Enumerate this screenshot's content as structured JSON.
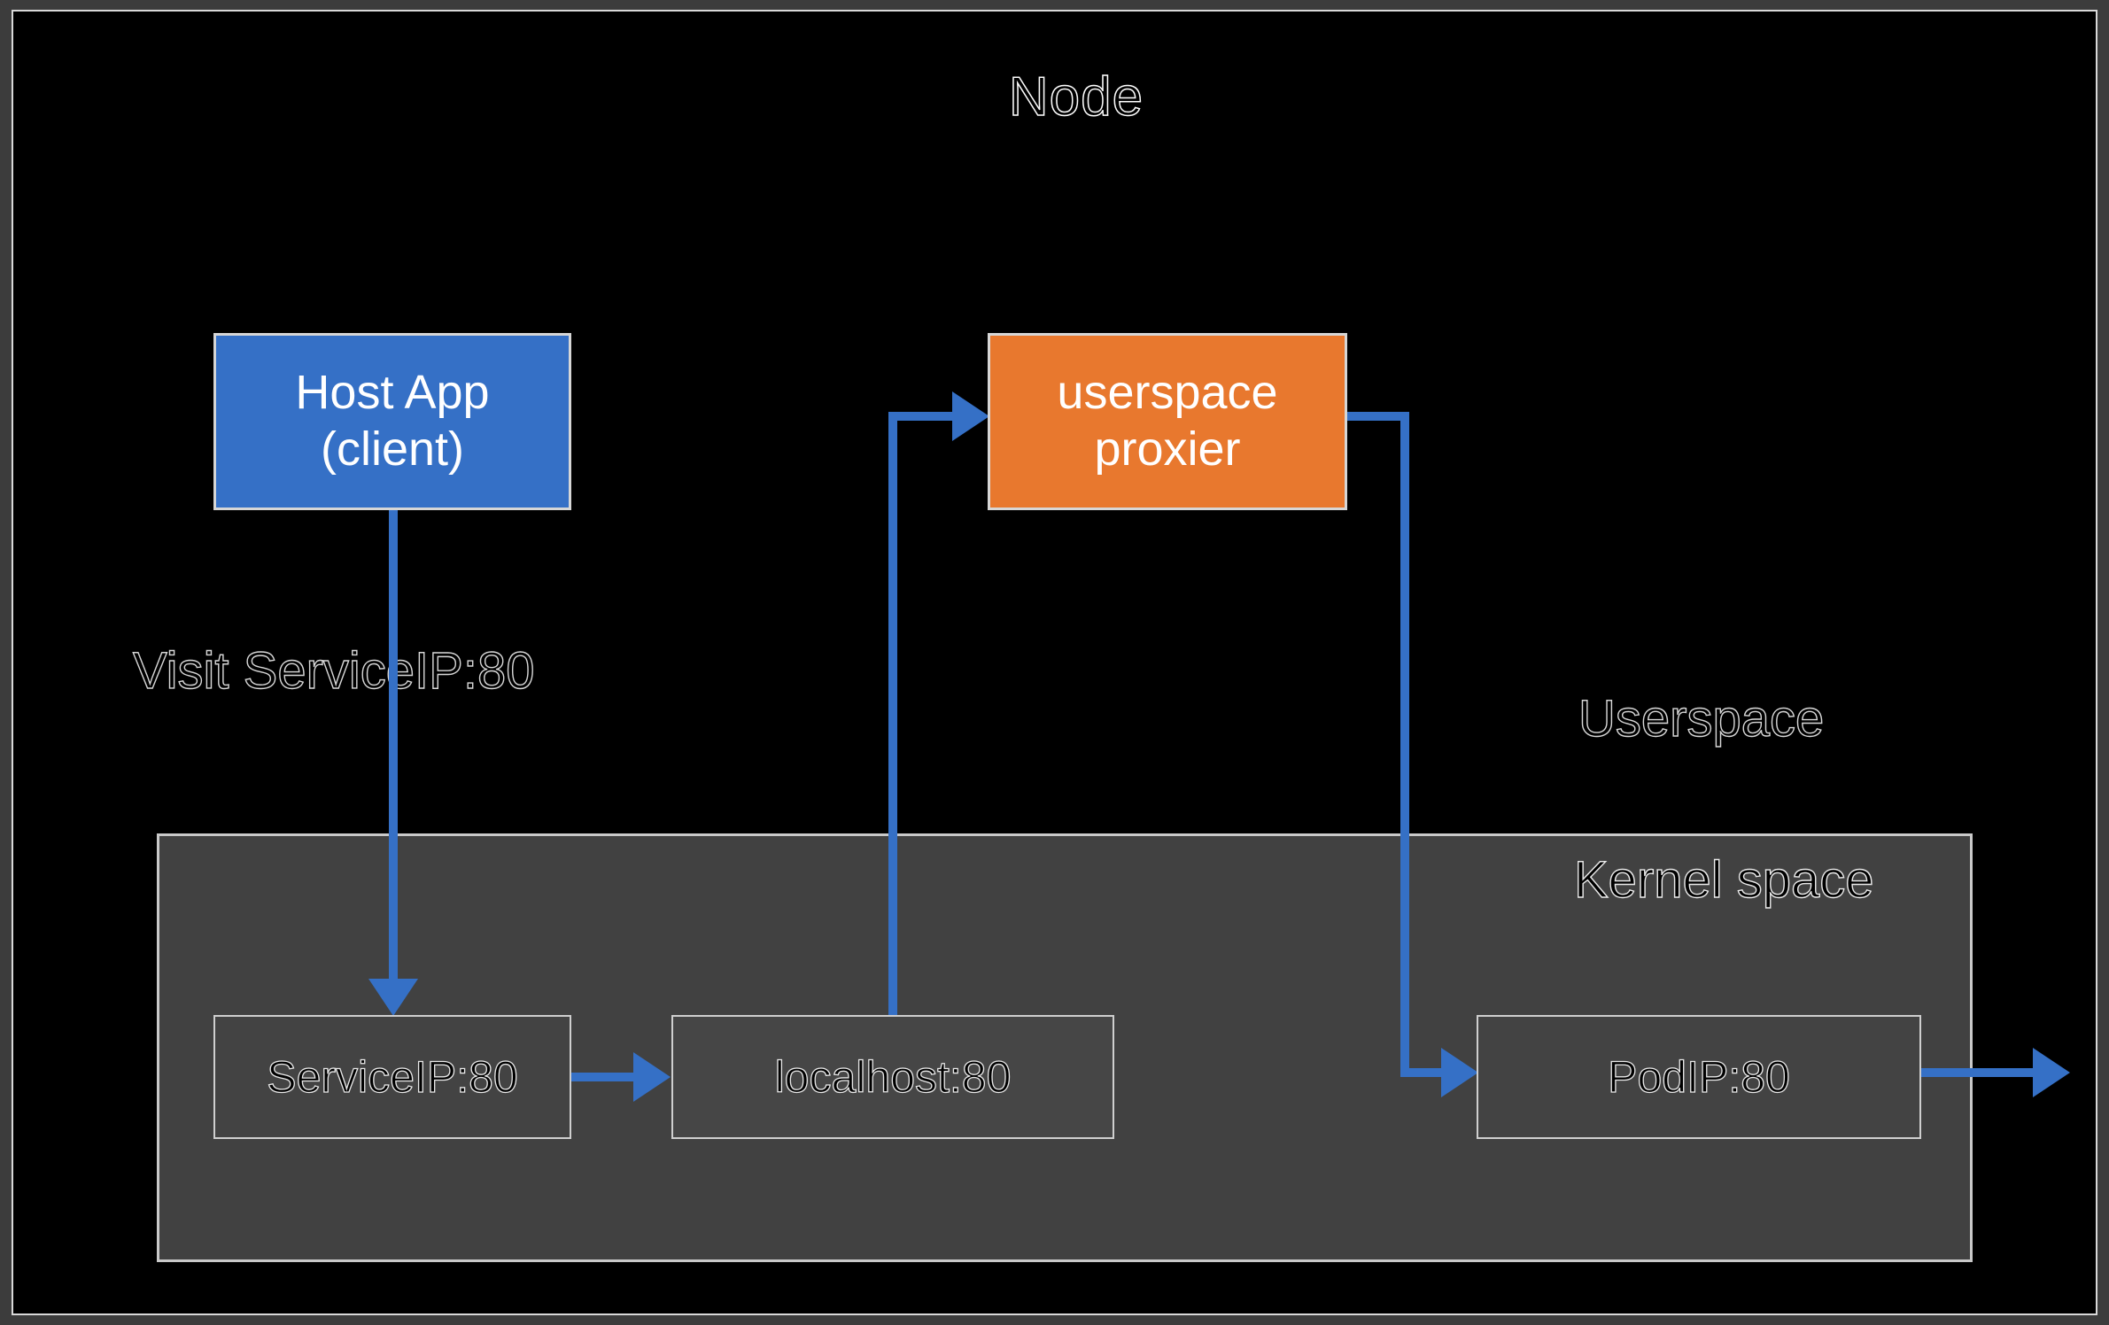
{
  "diagram": {
    "title": "Node",
    "colors": {
      "accent_blue": "#3570c6",
      "accent_orange": "#e8782e",
      "kernel_panel": "#414141",
      "canvas": "#000000",
      "frame": "#3c3c3c"
    },
    "labels": {
      "visit": "Visit ServiceIP:80",
      "userspace": "Userspace",
      "kernel_space": "Kernel space"
    },
    "nodes": {
      "host_app": {
        "line1": "Host App",
        "line2": "(client)"
      },
      "proxier": {
        "line1": "userspace",
        "line2": "proxier"
      },
      "service_ip": "ServiceIP:80",
      "localhost": "localhost:80",
      "pod_ip": "PodIP:80"
    }
  }
}
